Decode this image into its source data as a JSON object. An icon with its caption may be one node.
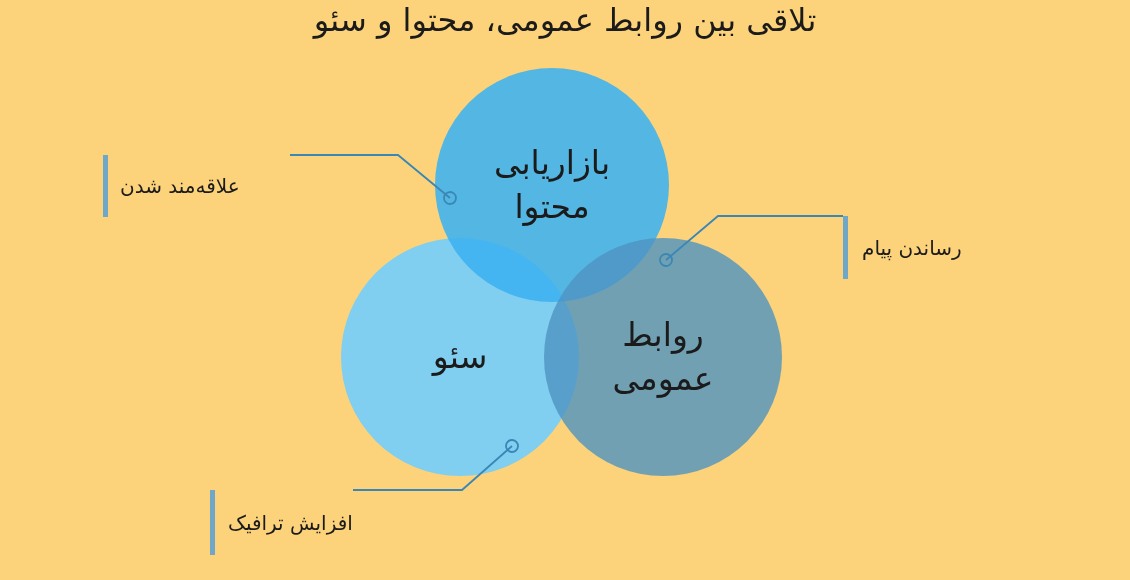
{
  "diagram": {
    "title": "تلاقی بین روابط عمومی، محتوا و سئو",
    "nodes": [
      {
        "text": [
          "بازاریابی محتوا"
        ]
      },
      {
        "text": [
          "سئو"
        ]
      },
      {
        "text": [
          "روابط عمومی"
        ]
      },
      {
        "text": [
          "علاقه‌مند شدن"
        ]
      },
      {
        "text": [
          "رساندن پیام"
        ]
      },
      {
        "text": [
          "افزایش ترافیک"
        ]
      }
    ],
    "edges": [
      {
        "from": 3,
        "to": 0,
        "arrow": "other"
      },
      {
        "from": 4,
        "to": 2,
        "arrow": "other"
      },
      {
        "from": 5,
        "to": 1,
        "arrow": "other"
      }
    ]
  }
}
